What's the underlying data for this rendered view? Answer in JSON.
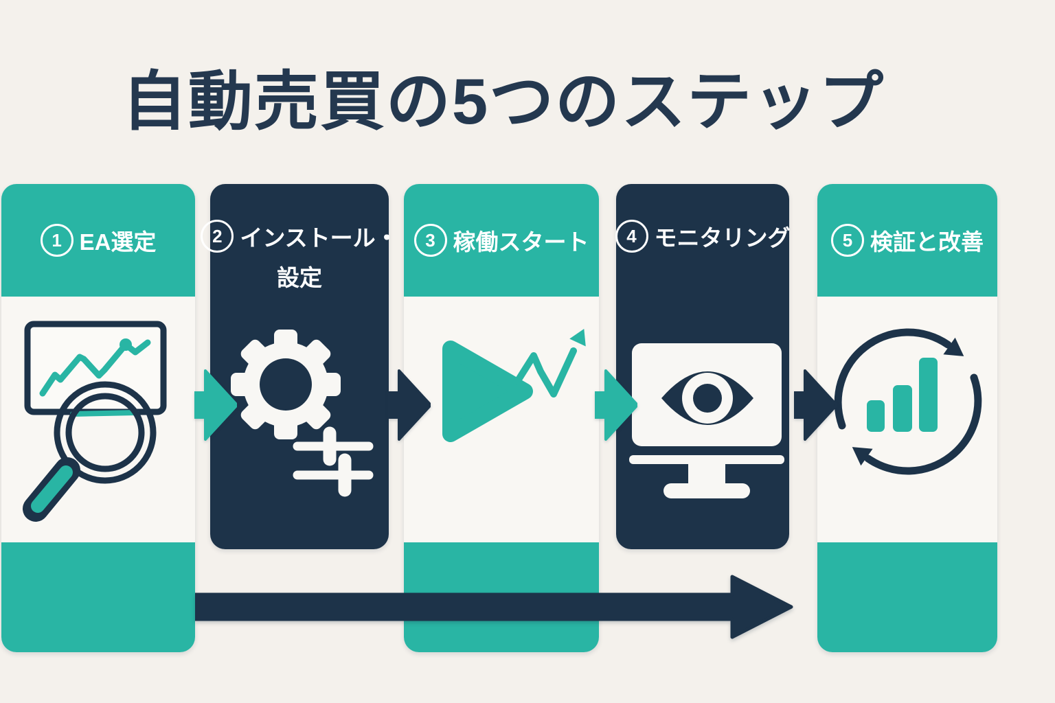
{
  "title": "自動売買の5つのステップ",
  "steps": [
    {
      "number": "1",
      "label": "EA選定",
      "theme": "teal",
      "icon": "chart-magnifier-icon"
    },
    {
      "number": "2",
      "label": "インストール・",
      "label_line2": "設定",
      "theme": "navy",
      "icon": "gear-sliders-icon"
    },
    {
      "number": "3",
      "label": "稼働スタート",
      "theme": "teal",
      "icon": "play-trend-icon"
    },
    {
      "number": "4",
      "label": "モニタリング",
      "theme": "navy",
      "icon": "monitor-eye-icon"
    },
    {
      "number": "5",
      "label": "検証と改善",
      "theme": "teal",
      "icon": "refresh-bars-icon"
    }
  ],
  "flow": {
    "direction": "left-to-right",
    "connector_colors": [
      "#29b5a4",
      "#1d3349",
      "#29b5a4",
      "#1d3349"
    ],
    "main_arrow_color": "#1d3349"
  },
  "colors": {
    "teal": "#29b5a4",
    "navy": "#1d3349",
    "background": "#f4f1ec",
    "card_body": "#f9f7f3",
    "title_color": "#24384f",
    "white": "#ffffff"
  }
}
